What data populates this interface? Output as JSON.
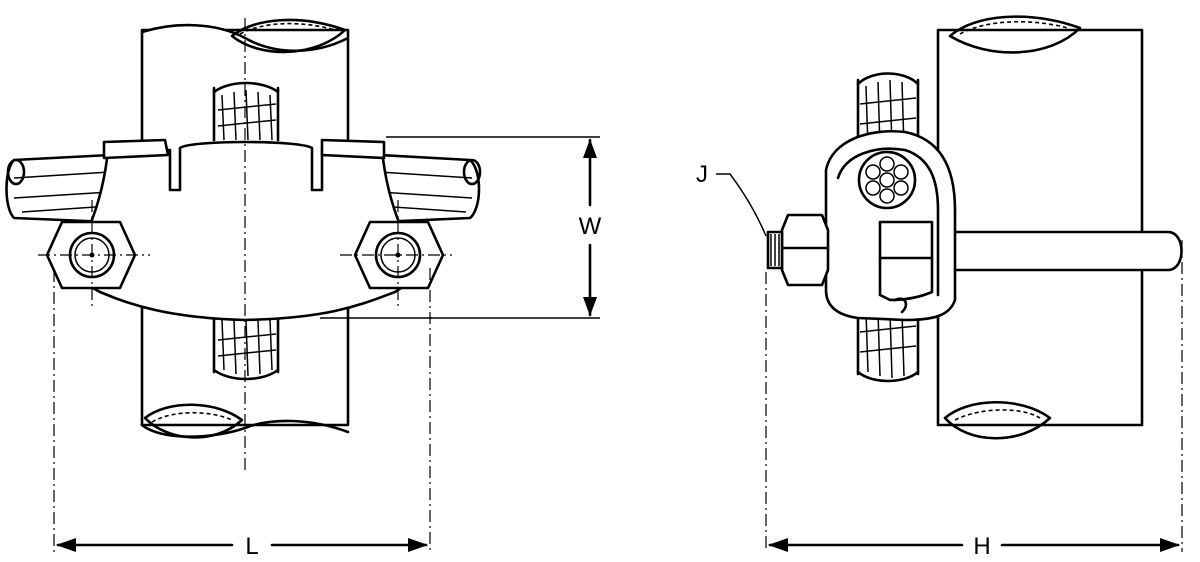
{
  "labels": {
    "length": "L",
    "width": "W",
    "height": "H",
    "bolt": "J"
  }
}
